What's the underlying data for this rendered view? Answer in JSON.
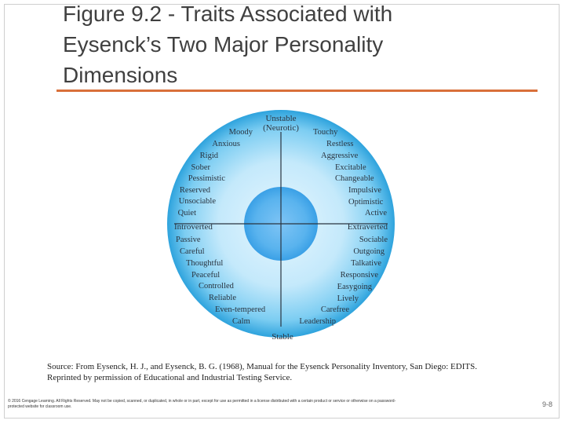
{
  "title": {
    "line1": "Figure 9.2 - Traits Associated with",
    "line2": "Eysenck’s Two Major Personality",
    "line3": "Dimensions"
  },
  "diagram": {
    "top": [
      "Unstable",
      "(Neurotic)"
    ],
    "bottom": "Stable",
    "left": "Introverted",
    "right": "Extraverted",
    "upper_left": [
      "Moody",
      "Anxious",
      "Rigid",
      "Sober",
      "Pessimistic",
      "Reserved",
      "Unsociable",
      "Quiet"
    ],
    "upper_right": [
      "Touchy",
      "Restless",
      "Aggressive",
      "Excitable",
      "Changeable",
      "Impulsive",
      "Optimistic",
      "Active"
    ],
    "lower_left": [
      "Passive",
      "Careful",
      "Thoughtful",
      "Peaceful",
      "Controlled",
      "Reliable",
      "Even-tempered",
      "Calm"
    ],
    "lower_right": [
      "Sociable",
      "Outgoing",
      "Talkative",
      "Responsive",
      "Easygoing",
      "Lively",
      "Carefree",
      "Leadership"
    ],
    "colors": {
      "outer": "#2ea3dd",
      "center": "#3aa0e6",
      "text": "#2a3440"
    }
  },
  "source": {
    "line1": "Source: From Eysenck, H. J., and Eysenck, B. G. (1968), Manual for the Eysenck Personality Inventory, San Diego: EDITS.",
    "line2": "Reprinted by permission of Educational and Industrial Testing Service."
  },
  "footer": {
    "line1": "© 2016 Cengage Learning. All Rights Reserved. May not be copied, scanned, or duplicated, in whole or in part, except for use as permitted in a license distributed with a certain product or service or otherwise on a password-",
    "line2": "protected website for classroom use."
  },
  "page_number": "9-8"
}
